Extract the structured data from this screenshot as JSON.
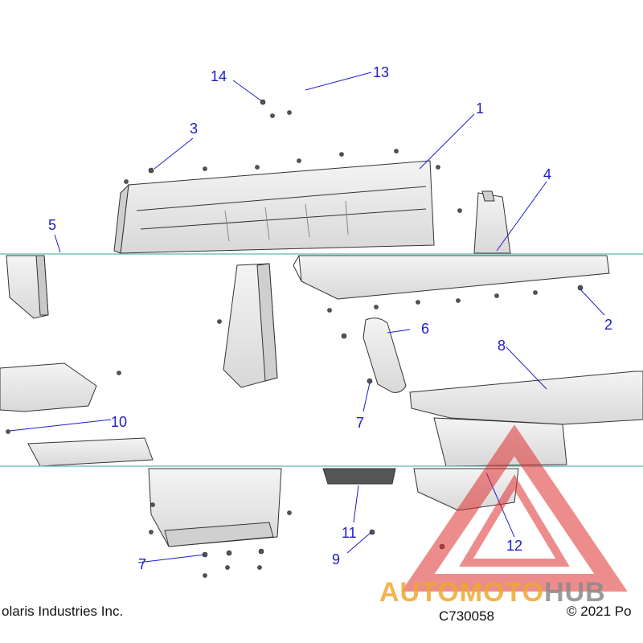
{
  "callouts": {
    "c1": "1",
    "c2": "2",
    "c3": "3",
    "c4": "4",
    "c5": "5",
    "c6": "6",
    "c7a": "7",
    "c7b": "7",
    "c8": "8",
    "c9": "9",
    "c10": "10",
    "c11": "11",
    "c12": "12",
    "c13": "13",
    "c14": "14"
  },
  "footer": {
    "copyright_left": "olaris Industries Inc.",
    "drawing_number": "C730058",
    "copyright_right": "© 2021 Po"
  },
  "watermark": {
    "part1": "AUTOMOTO",
    "part2": "HUB",
    "color1": "#f0a830",
    "color2": "#8a8a8a",
    "logo_color": "#e03030"
  },
  "colors": {
    "callout": "#1c1ccc",
    "part_fill": "#ececec",
    "part_stroke": "#333333",
    "break_line": "#5fb7b0"
  }
}
